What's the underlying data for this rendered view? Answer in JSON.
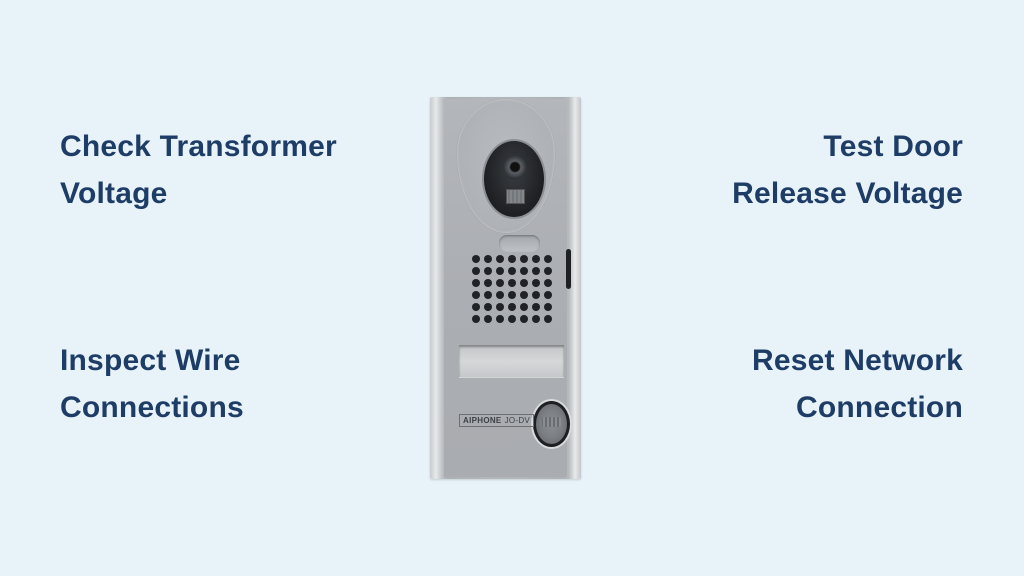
{
  "labels": {
    "top_left": {
      "line1": "Check Transformer",
      "line2": "Voltage"
    },
    "bottom_left": {
      "line1": "Inspect Wire",
      "line2": "Connections"
    },
    "top_right": {
      "line1": "Test Door",
      "line2": "Release Voltage"
    },
    "bottom_right": {
      "line1": "Reset Network",
      "line2": "Connection"
    }
  },
  "device": {
    "brand": "AIPHONE",
    "model": "JO-DV"
  },
  "colors": {
    "background": "#e8f2f9",
    "text": "#1e3d66",
    "device_body": "#b0b3b7"
  }
}
